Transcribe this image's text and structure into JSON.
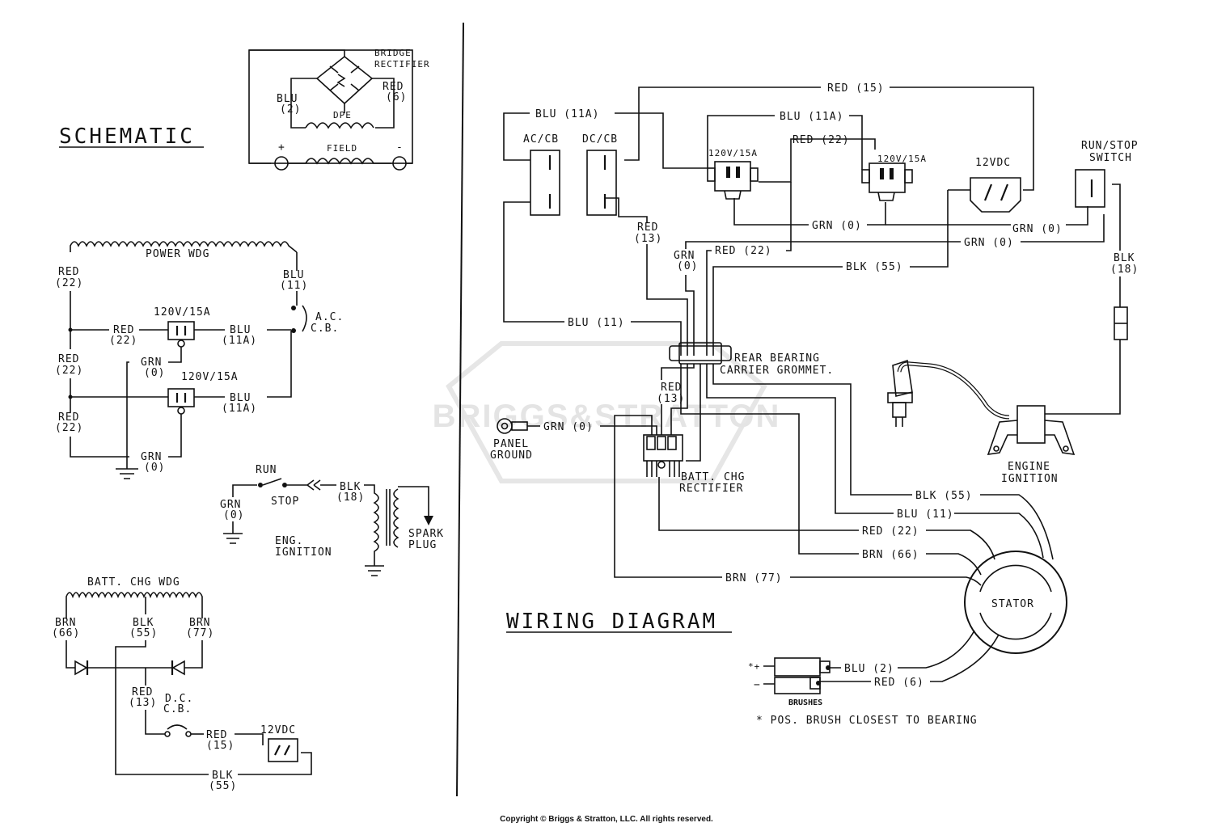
{
  "titles": {
    "schematic": "SCHEMATIC",
    "wiring": "WIRING DIAGRAM"
  },
  "watermark": "BRIGGS&STRATTON",
  "schematic": {
    "bridge_rectifier": [
      "BRIDGE",
      "RECTIFIER"
    ],
    "blu_2": [
      "BLU",
      "(2)"
    ],
    "red_6": [
      "RED",
      "(6)"
    ],
    "dpe": "DPE",
    "field": "FIELD",
    "plus": "+",
    "minus": "-",
    "power_wdg": "POWER WDG",
    "red_22": [
      "RED",
      "(22)"
    ],
    "blu_11": [
      "BLU",
      "(11)"
    ],
    "ac_cb": [
      "A.C.",
      "C.B."
    ],
    "outlet_120": "120V/15A",
    "blu_11a": [
      "BLU",
      "(11A)"
    ],
    "grn_0": [
      "GRN",
      "(0)"
    ],
    "run": "RUN",
    "stop": "STOP",
    "blk_18": [
      "BLK",
      "(18)"
    ],
    "eng_ignition": [
      "ENG.",
      "IGNITION"
    ],
    "spark_plug": [
      "SPARK",
      "PLUG"
    ],
    "batt_chg_wdg": "BATT. CHG WDG",
    "brn_66": [
      "BRN",
      "(66)"
    ],
    "blk_55": [
      "BLK",
      "(55)"
    ],
    "brn_77": [
      "BRN",
      "(77)"
    ],
    "red_13": [
      "RED",
      "(13)"
    ],
    "dc_cb": [
      "D.C.",
      "C.B."
    ],
    "red_15": [
      "RED",
      "(15)"
    ],
    "dc_12": "12VDC"
  },
  "wiring": {
    "red_15": "RED (15)",
    "blu_11a": "BLU (11A)",
    "red_22": "RED (22)",
    "ac_cb": "AC/CB",
    "dc_cb": "DC/CB",
    "outlet_120": "120V/15A",
    "dc_12": "12VDC",
    "run_stop_switch": [
      "RUN/STOP",
      "SWITCH"
    ],
    "grn_0": "GRN (0)",
    "red_13": [
      "RED",
      "(13)"
    ],
    "grn_0_v": [
      "GRN",
      "(0)"
    ],
    "blk_55": "BLK (55)",
    "blk_18": [
      "BLK",
      "(18)"
    ],
    "blu_11": "BLU (11)",
    "rear_grommet": [
      "REAR BEARING",
      "CARRIER GROMMET."
    ],
    "panel_ground": [
      "PANEL",
      "GROUND"
    ],
    "batt_chg_rectifier": [
      "BATT. CHG",
      "RECTIFIER"
    ],
    "engine_ignition": [
      "ENGINE",
      "IGNITION"
    ],
    "brn_66": "BRN (66)",
    "brn_77": "BRN (77)",
    "stator": "STATOR",
    "blu_2": "BLU (2)",
    "red_6": "RED (6)",
    "star_plus": "*+",
    "minus": "−",
    "brushes": "BRUSHES",
    "note": "* POS. BRUSH CLOSEST TO BEARING"
  },
  "copyright": "Copyright © Briggs & Stratton, LLC. All rights reserved."
}
